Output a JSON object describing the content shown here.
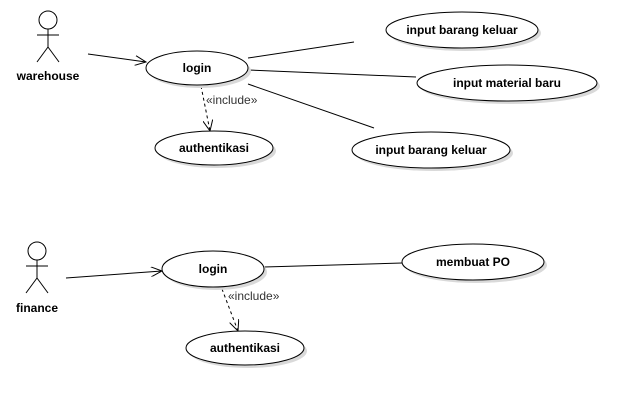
{
  "actors": {
    "warehouse": "warehouse",
    "finance": "finance"
  },
  "use_cases": {
    "login_warehouse": "login",
    "authentikasi_warehouse": "authentikasi",
    "input_barang_keluar_1": "input barang keluar",
    "input_material_baru": "input material baru",
    "input_barang_keluar_2": "input barang keluar",
    "login_finance": "login",
    "authentikasi_finance": "authentikasi",
    "membuat_po": "membuat PO"
  },
  "relations": {
    "include_warehouse": "«include»",
    "include_finance": "«include»"
  }
}
